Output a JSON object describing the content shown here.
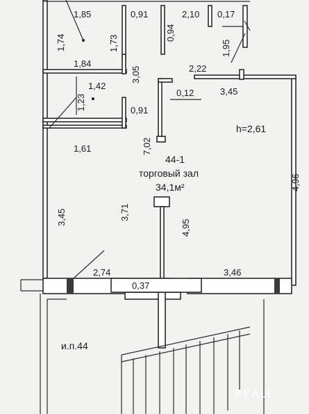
{
  "room": {
    "number": "44-1",
    "name": "торговый зал",
    "area": "34,1м²",
    "height": "h=2,61"
  },
  "stair_label": "и.п.44",
  "dimensions": [
    {
      "id": "d185",
      "text": "1,85"
    },
    {
      "id": "d091a",
      "text": "0,91"
    },
    {
      "id": "d094",
      "text": "0,94"
    },
    {
      "id": "d210",
      "text": "2,10"
    },
    {
      "id": "d017",
      "text": "0,17"
    },
    {
      "id": "d174",
      "text": "1,74"
    },
    {
      "id": "d173",
      "text": "1,73"
    },
    {
      "id": "d195",
      "text": "1,95"
    },
    {
      "id": "d184",
      "text": "1,84"
    },
    {
      "id": "d305",
      "text": "3,05"
    },
    {
      "id": "d222",
      "text": "2,22"
    },
    {
      "id": "d142",
      "text": "1,42"
    },
    {
      "id": "d123",
      "text": "1,23"
    },
    {
      "id": "d012",
      "text": "0,12"
    },
    {
      "id": "d345a",
      "text": "3,45"
    },
    {
      "id": "d091b",
      "text": "0,91"
    },
    {
      "id": "d702",
      "text": "7,02"
    },
    {
      "id": "d161",
      "text": "1,61"
    },
    {
      "id": "d496",
      "text": "4,96"
    },
    {
      "id": "d345b",
      "text": "3,45"
    },
    {
      "id": "d371",
      "text": "3,71"
    },
    {
      "id": "d495",
      "text": "4,95"
    },
    {
      "id": "d274",
      "text": "2,74"
    },
    {
      "id": "d346",
      "text": "3,46"
    },
    {
      "id": "d037",
      "text": "0,37"
    }
  ],
  "watermark": "REALT"
}
